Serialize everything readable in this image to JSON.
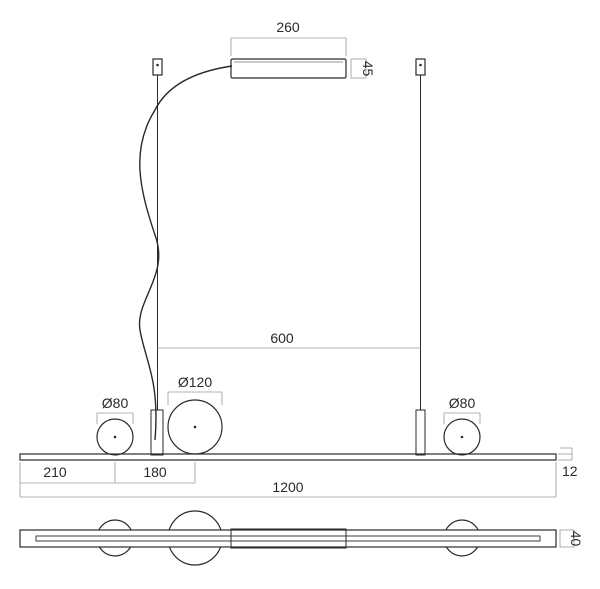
{
  "dimensions": {
    "driver_length": "260",
    "driver_height": "45",
    "suspension_spacing": "600",
    "small_globe_diameter_left": "Ø80",
    "large_globe_diameter": "Ø120",
    "small_globe_diameter_right": "Ø80",
    "bar_thickness": "12",
    "offset_left": "210",
    "offset_globe": "180",
    "total_length": "1200",
    "bar_depth": "40"
  }
}
